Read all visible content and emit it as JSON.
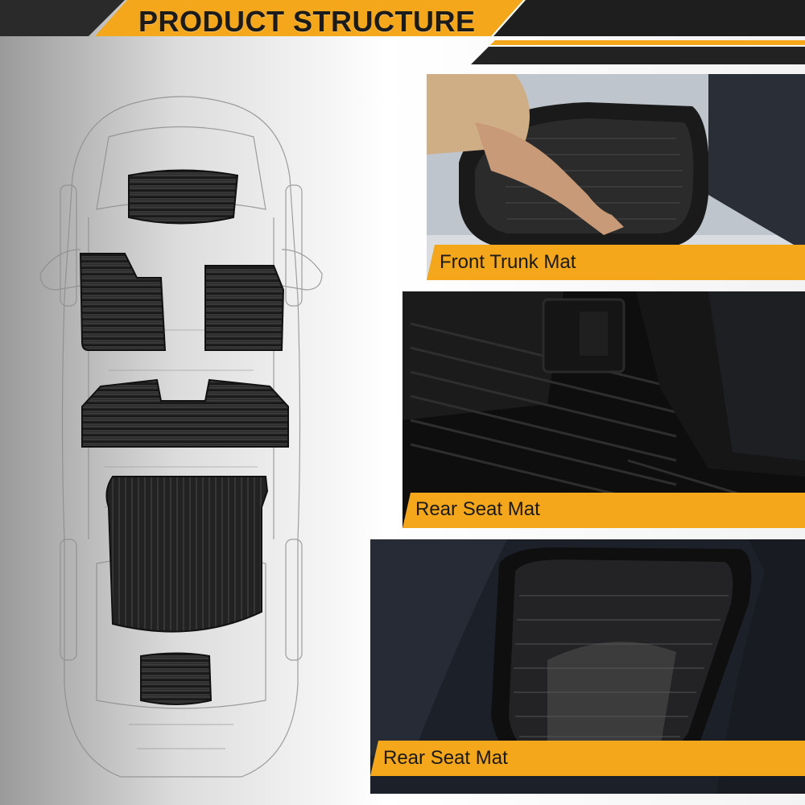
{
  "header": {
    "title": "PRODUCT STRUCTURE",
    "accent_color": "#f5a71c",
    "dark_color": "#1e1e1e"
  },
  "diagram": {
    "mats": [
      "front-trunk-mat",
      "driver-floor-mat",
      "passenger-floor-mat",
      "rear-seat-mat",
      "rear-trunk-mat",
      "under-trunk-mat"
    ]
  },
  "panels": [
    {
      "label": "Front Trunk Mat"
    },
    {
      "label": "Rear Seat Mat"
    },
    {
      "label": "Rear Seat Mat"
    }
  ]
}
